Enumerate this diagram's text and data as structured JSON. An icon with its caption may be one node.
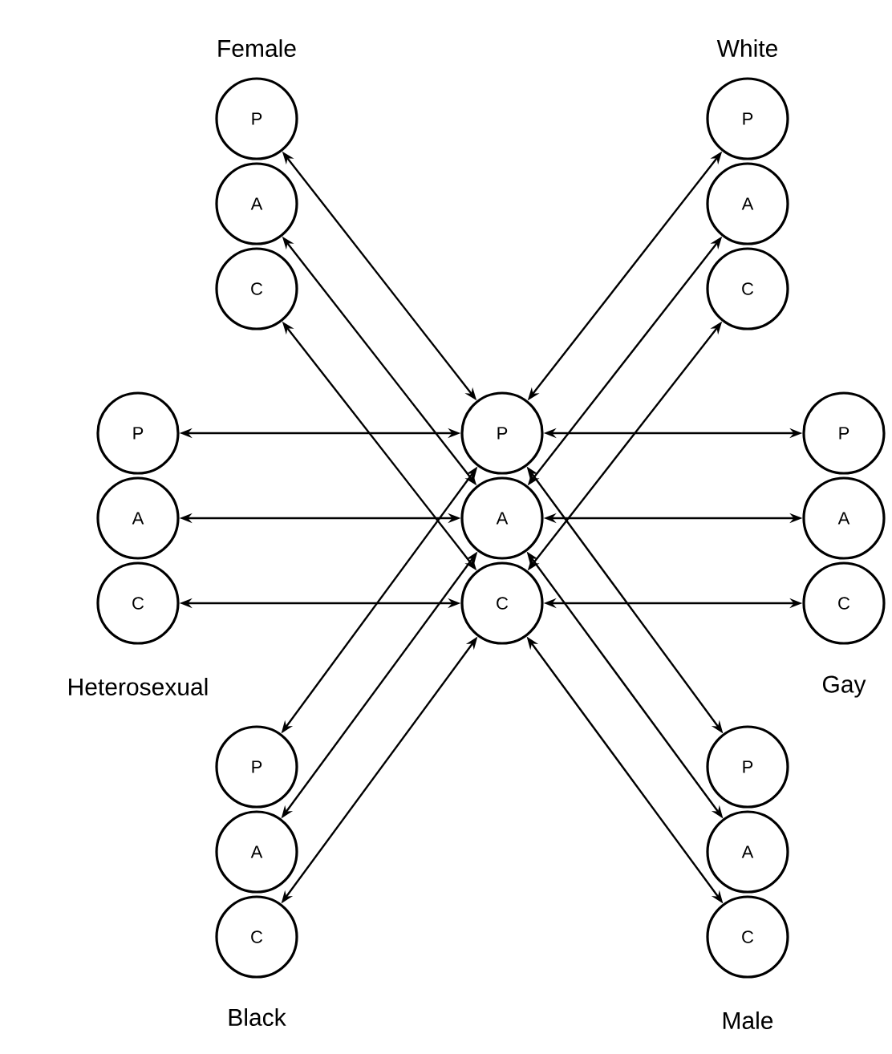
{
  "diagram": {
    "nodes": [
      {
        "text": [
          "P"
        ]
      },
      {
        "text": [
          "A"
        ]
      },
      {
        "text": [
          "C"
        ]
      },
      {
        "text": [
          "P"
        ]
      },
      {
        "text": [
          "A"
        ]
      },
      {
        "text": [
          "C"
        ]
      },
      {
        "text": [
          "P"
        ]
      },
      {
        "text": [
          "A"
        ]
      },
      {
        "text": [
          "C"
        ]
      },
      {
        "text": [
          "P"
        ]
      },
      {
        "text": [
          "A"
        ]
      },
      {
        "text": [
          "C"
        ]
      },
      {
        "text": [
          "P"
        ]
      },
      {
        "text": [
          "A"
        ]
      },
      {
        "text": [
          "C"
        ]
      },
      {
        "text": [
          "P"
        ]
      },
      {
        "text": [
          "A"
        ]
      },
      {
        "text": [
          "C"
        ]
      },
      {
        "text": [
          "P"
        ]
      },
      {
        "text": [
          "A"
        ]
      },
      {
        "text": [
          "C"
        ]
      }
    ],
    "edges": [
      {
        "from": 0,
        "to": 9,
        "arrow": "both"
      },
      {
        "from": 1,
        "to": 10,
        "arrow": "both"
      },
      {
        "from": 2,
        "to": 11,
        "arrow": "both"
      },
      {
        "from": 3,
        "to": 9,
        "arrow": "both"
      },
      {
        "from": 4,
        "to": 10,
        "arrow": "both"
      },
      {
        "from": 5,
        "to": 11,
        "arrow": "both"
      },
      {
        "from": 6,
        "to": 9,
        "arrow": "both"
      },
      {
        "from": 7,
        "to": 10,
        "arrow": "both"
      },
      {
        "from": 8,
        "to": 11,
        "arrow": "both"
      },
      {
        "from": 12,
        "to": 9,
        "arrow": "both"
      },
      {
        "from": 13,
        "to": 10,
        "arrow": "both"
      },
      {
        "from": 14,
        "to": 11,
        "arrow": "both"
      },
      {
        "from": 15,
        "to": 9,
        "arrow": "both"
      },
      {
        "from": 16,
        "to": 10,
        "arrow": "both"
      },
      {
        "from": 17,
        "to": 11,
        "arrow": "both"
      },
      {
        "from": 18,
        "to": 9,
        "arrow": "both"
      },
      {
        "from": 19,
        "to": 10,
        "arrow": "both"
      },
      {
        "from": 20,
        "to": 11,
        "arrow": "both"
      }
    ],
    "labels": [
      "Female",
      "White",
      "Heterosexual",
      "Gay",
      "Black",
      "Male"
    ]
  }
}
